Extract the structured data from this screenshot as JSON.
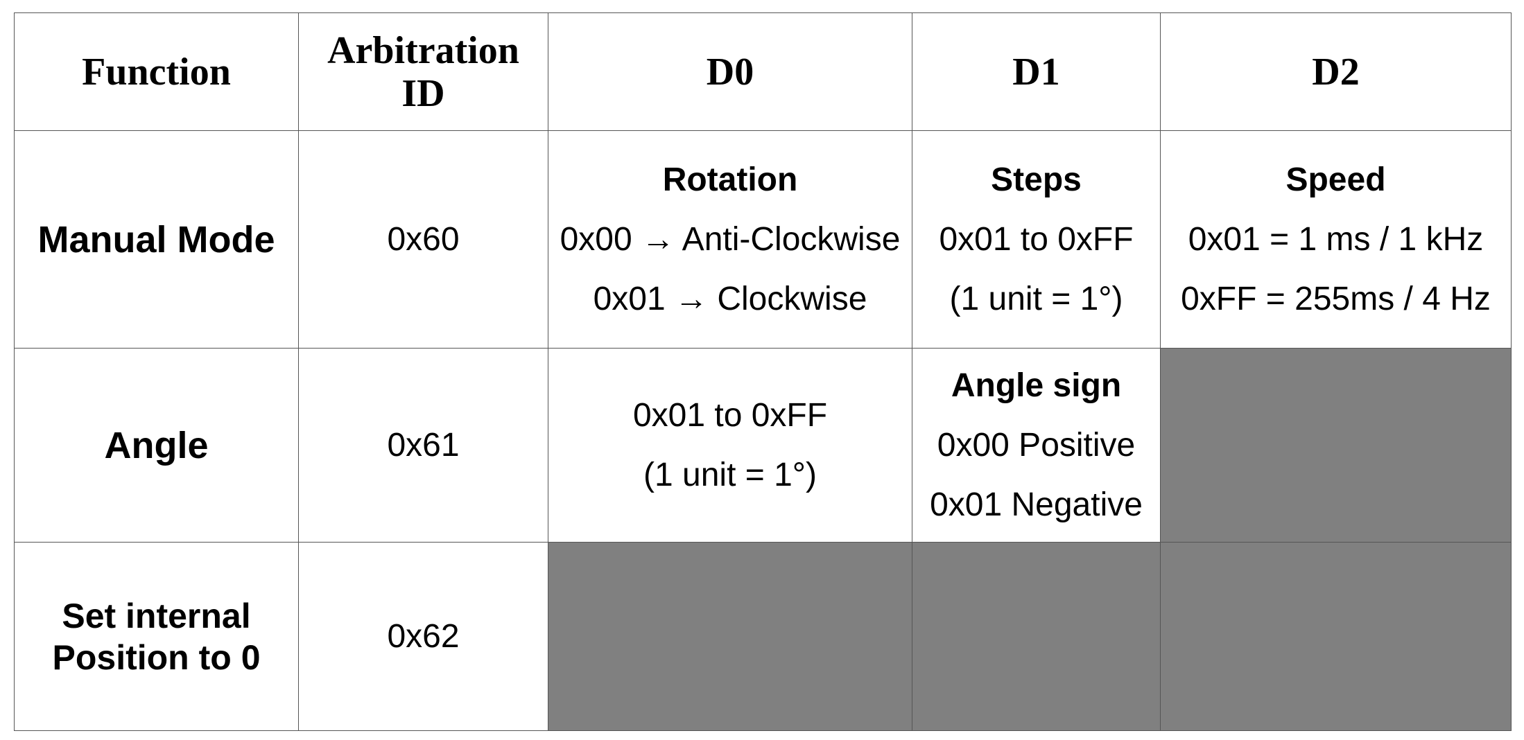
{
  "headers": {
    "function": "Function",
    "arbitration_id": "Arbitration ID",
    "d0": "D0",
    "d1": "D1",
    "d2": "D2"
  },
  "rows": [
    {
      "function": "Manual Mode",
      "id": "0x60",
      "d0": {
        "title": "Rotation",
        "lines": [
          "0x00 → Anti-Clockwise",
          "0x01 → Clockwise"
        ]
      },
      "d1": {
        "title": "Steps",
        "lines": [
          "0x01 to 0xFF",
          "(1 unit = 1°)"
        ]
      },
      "d2": {
        "title": "Speed",
        "lines": [
          "0x01 = 1 ms / 1 kHz",
          "0xFF = 255ms / 4 Hz"
        ]
      }
    },
    {
      "function": "Angle",
      "id": "0x61",
      "d0": {
        "lines": [
          "0x01 to 0xFF",
          "(1 unit = 1°)"
        ]
      },
      "d1": {
        "title": "Angle sign",
        "lines": [
          "0x00 Positive",
          "0x01 Negative"
        ]
      }
    },
    {
      "function_lines": [
        "Set internal",
        "Position to 0"
      ],
      "id": "0x62"
    }
  ],
  "colors": {
    "unused_cell": "#808080",
    "border": "#555555"
  }
}
